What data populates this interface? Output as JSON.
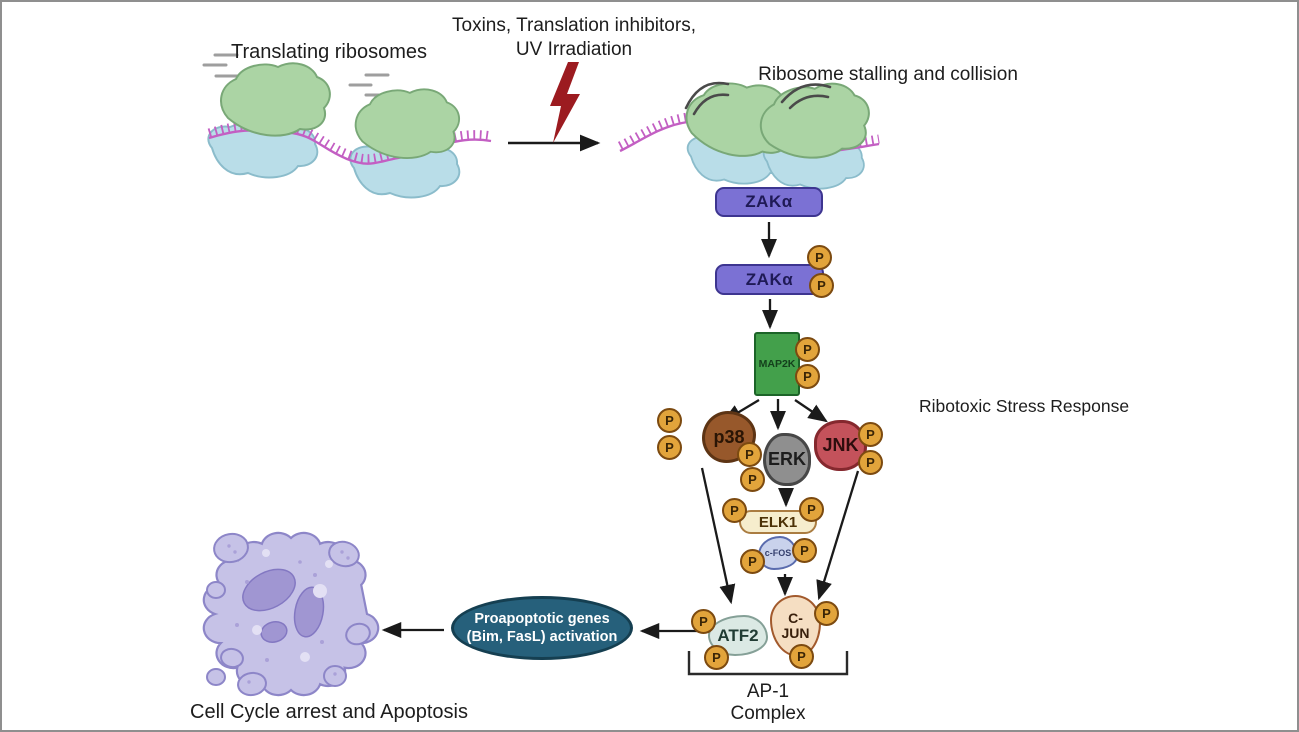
{
  "labels": {
    "translating_ribosomes": "Translating ribosomes",
    "stressors_line1": "Toxins, Translation inhibitors,",
    "stressors_line2": "UV Irradiation",
    "ribosome_stalling": "Ribosome stalling and collision",
    "ribotoxic_stress_response": "Ribotoxic Stress Response",
    "ap1_line1": "AP-1",
    "ap1_line2": "Complex",
    "cell_cycle": "Cell Cycle arrest and Apoptosis",
    "p": "P"
  },
  "nodes": {
    "zaka": {
      "label": "ZAKα"
    },
    "zaka_phosphorylated": {
      "label": "ZAKα"
    },
    "map2k": {
      "label": "MAP2K"
    },
    "p38": {
      "label": "p38"
    },
    "erk": {
      "label": "ERK"
    },
    "jnk": {
      "label": "JNK"
    },
    "elk1": {
      "label": "ELK1"
    },
    "cfos": {
      "label": "c-FOS"
    },
    "atf2": {
      "label": "ATF2"
    },
    "cjun": {
      "line1": "C-",
      "line2": "JUN"
    },
    "proapoptotic": {
      "line1": "Proapoptotic genes",
      "line2": "(Bim, FasL) activation"
    }
  },
  "colors": {
    "zak_purple": "#7b71d4",
    "map2k_green": "#43a04b",
    "p38_brown": "#97582b",
    "erk_gray": "#8f8f8f",
    "jnk_red": "#c4525b",
    "elk1_cream": "#f6edcd",
    "cfos_lavender": "#c9d2ec",
    "atf2_mint": "#dbe9e4",
    "cjun_peach": "#f5dec2",
    "phospho_gold": "#e2a43b",
    "proapoptotic_teal": "#26607b",
    "mrna_magenta": "#c35fc3",
    "ribosome_green": "#abd4a4",
    "ribosome_blue": "#b9dde8",
    "lightning_red": "#9c1b20",
    "apoptotic_cell_purple": "#c6c2e7"
  }
}
